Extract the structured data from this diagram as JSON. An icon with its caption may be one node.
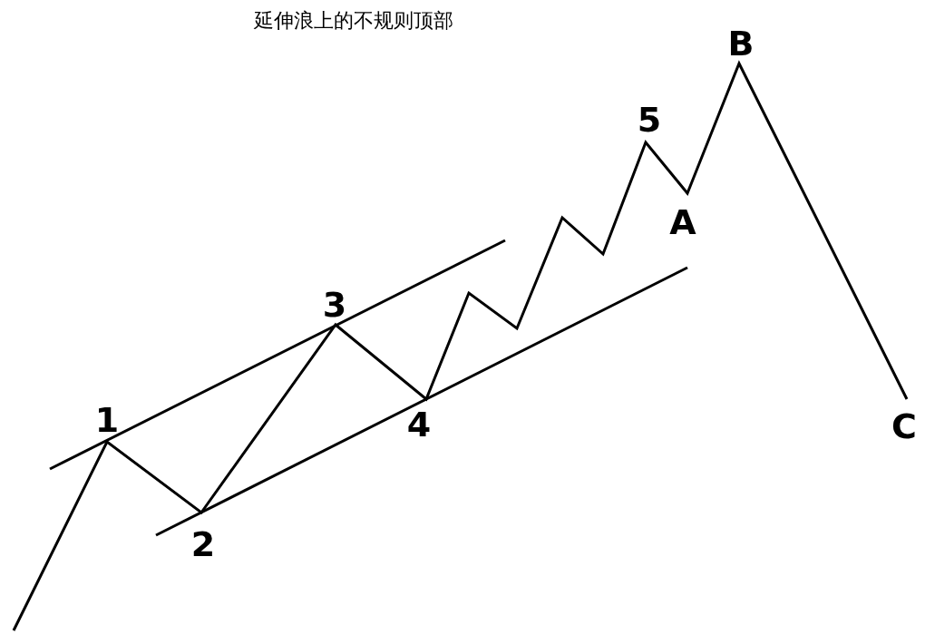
{
  "diagram": {
    "title": "延伸浪上的不规则顶部",
    "labels": [
      "1",
      "2",
      "3",
      "4",
      "5",
      "A",
      "B",
      "C"
    ]
  }
}
